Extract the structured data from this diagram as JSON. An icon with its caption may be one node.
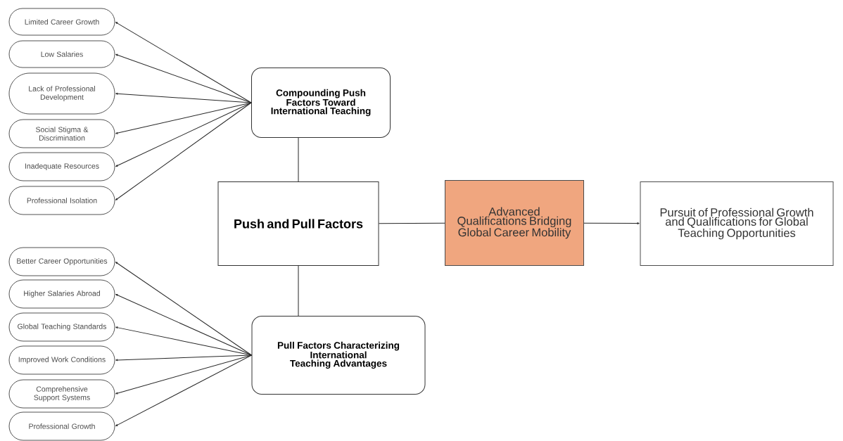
{
  "diagram": {
    "nodes": [
      {
        "text": [
          "Limited Career Growth"
        ]
      },
      {
        "text": [
          "Low Salaries"
        ]
      },
      {
        "text": [
          "Lack of Professional Development"
        ]
      },
      {
        "text": [
          "Social Stigma & Discrimination"
        ]
      },
      {
        "text": [
          "Inadequate Resources"
        ]
      },
      {
        "text": [
          "Professional Isolation"
        ]
      },
      {
        "text": [
          "Compounding Push Factors Toward International Teaching"
        ]
      },
      {
        "text": [
          "Push and Pull Factors"
        ]
      },
      {
        "text": [
          "Advanced Qualifications Bridging Global Career Mobility"
        ]
      },
      {
        "text": [
          "Pursuit of Professional Growth and Qualifications for Global Teaching Opportunities"
        ]
      },
      {
        "text": [
          "Pull Factors Characterizing International Teaching Advantages"
        ]
      },
      {
        "text": [
          "Better Career Opportunities"
        ]
      },
      {
        "text": [
          "Higher Salaries Abroad"
        ]
      },
      {
        "text": [
          "Global Teaching Standards"
        ]
      },
      {
        "text": [
          "Improved Work Conditions"
        ]
      },
      {
        "text": [
          "Comprehensive Support Systems"
        ]
      },
      {
        "text": [
          "Professional Growth"
        ]
      }
    ],
    "edges": [
      {
        "from": 6,
        "to": 0,
        "arrow": "to"
      },
      {
        "from": 6,
        "to": 1,
        "arrow": "to"
      },
      {
        "from": 6,
        "to": 2,
        "arrow": "to"
      },
      {
        "from": 6,
        "to": 3,
        "arrow": "to"
      },
      {
        "from": 6,
        "to": 4,
        "arrow": "to"
      },
      {
        "from": 6,
        "to": 5,
        "arrow": "to"
      },
      {
        "from": 7,
        "to": 6,
        "arrow": "none"
      },
      {
        "from": 7,
        "to": 10,
        "arrow": "none"
      },
      {
        "from": 7,
        "to": 8,
        "arrow": "none"
      },
      {
        "from": 8,
        "to": 9,
        "arrow": "to"
      },
      {
        "from": 10,
        "to": 11,
        "arrow": "to"
      },
      {
        "from": 10,
        "to": 12,
        "arrow": "to"
      },
      {
        "from": 10,
        "to": 13,
        "arrow": "to"
      },
      {
        "from": 10,
        "to": 14,
        "arrow": "to"
      },
      {
        "from": 10,
        "to": 15,
        "arrow": "to"
      },
      {
        "from": 10,
        "to": 16,
        "arrow": "to"
      }
    ]
  }
}
